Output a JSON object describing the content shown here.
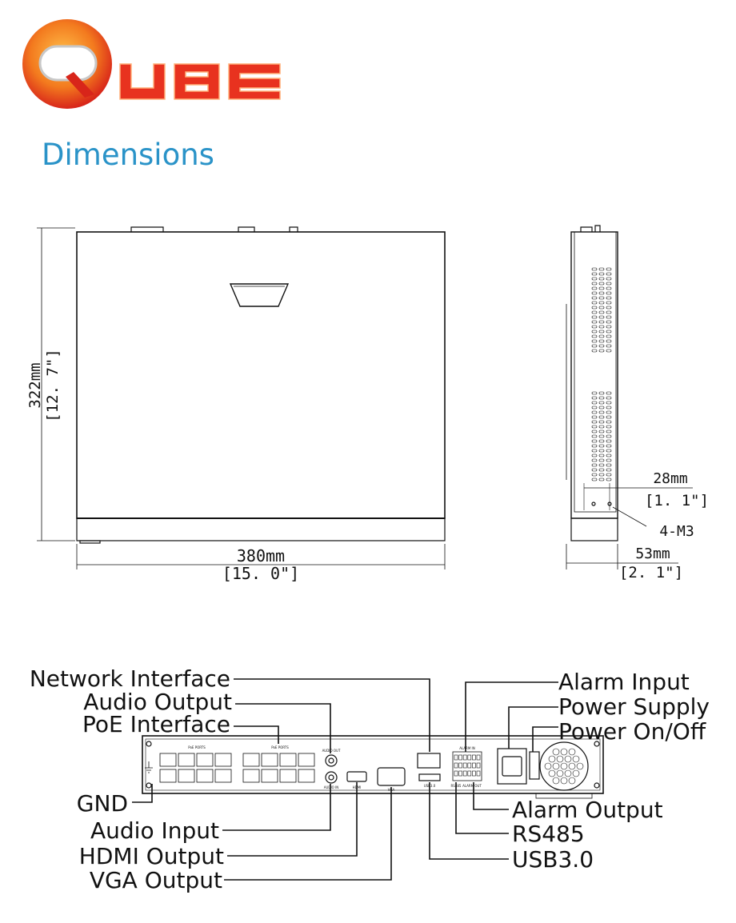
{
  "brand": {
    "logo_text": "QUBE",
    "colors": {
      "logo_red": "#e8321f",
      "logo_orange": "#f39a1e",
      "heading_blue": "#2a93c8"
    }
  },
  "heading": "Dimensions",
  "front_view": {
    "width": {
      "mm": "380mm",
      "inch": "[15. 0\"]"
    },
    "depth": {
      "mm": "322mm",
      "inch": "[12. 7\"]"
    }
  },
  "side_view": {
    "mount_spacing": {
      "mm": "28mm",
      "inch": "[1. 1\"]"
    },
    "screw_label": "4-M3",
    "height": {
      "mm": "53mm",
      "inch": "[2. 1\"]"
    }
  },
  "rear_panel": {
    "callouts_left": [
      {
        "key": "network",
        "label": "Network Interface"
      },
      {
        "key": "audio_out",
        "label": "Audio Output"
      },
      {
        "key": "poe",
        "label": "PoE Interface"
      },
      {
        "key": "gnd",
        "label": "GND"
      },
      {
        "key": "audio_in",
        "label": "Audio Input"
      },
      {
        "key": "hdmi",
        "label": "HDMI Output"
      },
      {
        "key": "vga",
        "label": "VGA Output"
      }
    ],
    "callouts_right": [
      {
        "key": "alarm_in",
        "label": "Alarm Input"
      },
      {
        "key": "power_supply",
        "label": "Power Supply"
      },
      {
        "key": "power_switch",
        "label": "Power On/Off"
      },
      {
        "key": "alarm_out",
        "label": "Alarm Output"
      },
      {
        "key": "rs485",
        "label": "RS485"
      },
      {
        "key": "usb",
        "label": "USB3.0"
      }
    ],
    "panel_marks": {
      "poe_ports_left": "PoE PORTS",
      "poe_ports_right": "PoE PORTS",
      "audio_out": "AUDIO OUT",
      "audio_in": "AUDIO IN",
      "hdmi": "HDMI",
      "vga": "VGA",
      "usb": "USB3.0",
      "alarm_in": "ALARM IN",
      "alarm_out": "ALARM OUT",
      "rs485": "RS485"
    }
  }
}
